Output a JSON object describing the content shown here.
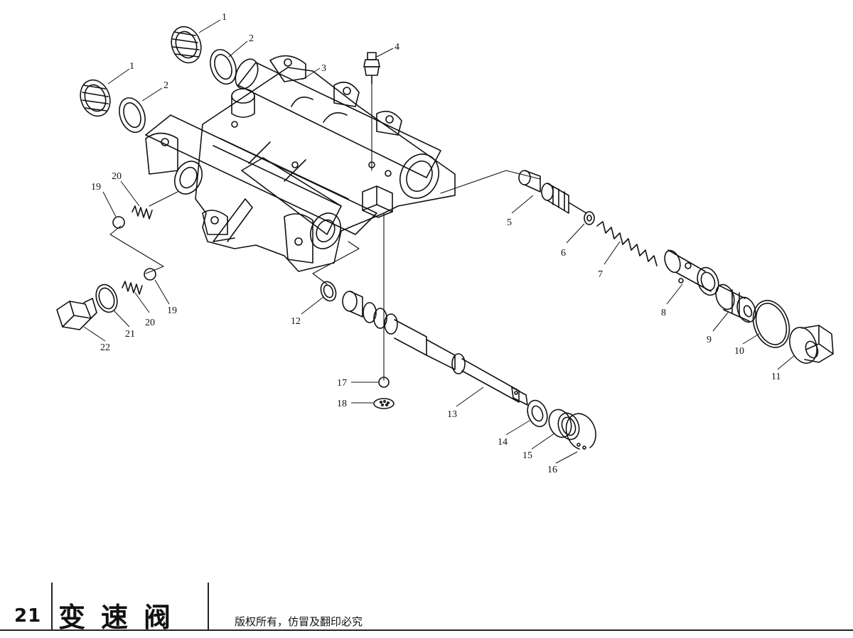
{
  "page": {
    "number": "21",
    "title": "变速阀",
    "copyright": "版权所有，仿冒及翻印必究"
  },
  "callouts": {
    "c1a": "1",
    "c2a": "2",
    "c3": "3",
    "c4": "4",
    "c1b": "1",
    "c2b": "2",
    "c5": "5",
    "c6": "6",
    "c7": "7",
    "c8": "8",
    "c9": "9",
    "c10": "10",
    "c11": "11",
    "c12": "12",
    "c13": "13",
    "c14": "14",
    "c15": "15",
    "c16": "16",
    "c17": "17",
    "c18": "18",
    "c19a": "19",
    "c20a": "20",
    "c19b": "19",
    "c20b": "20",
    "c21": "21",
    "c22": "22"
  }
}
